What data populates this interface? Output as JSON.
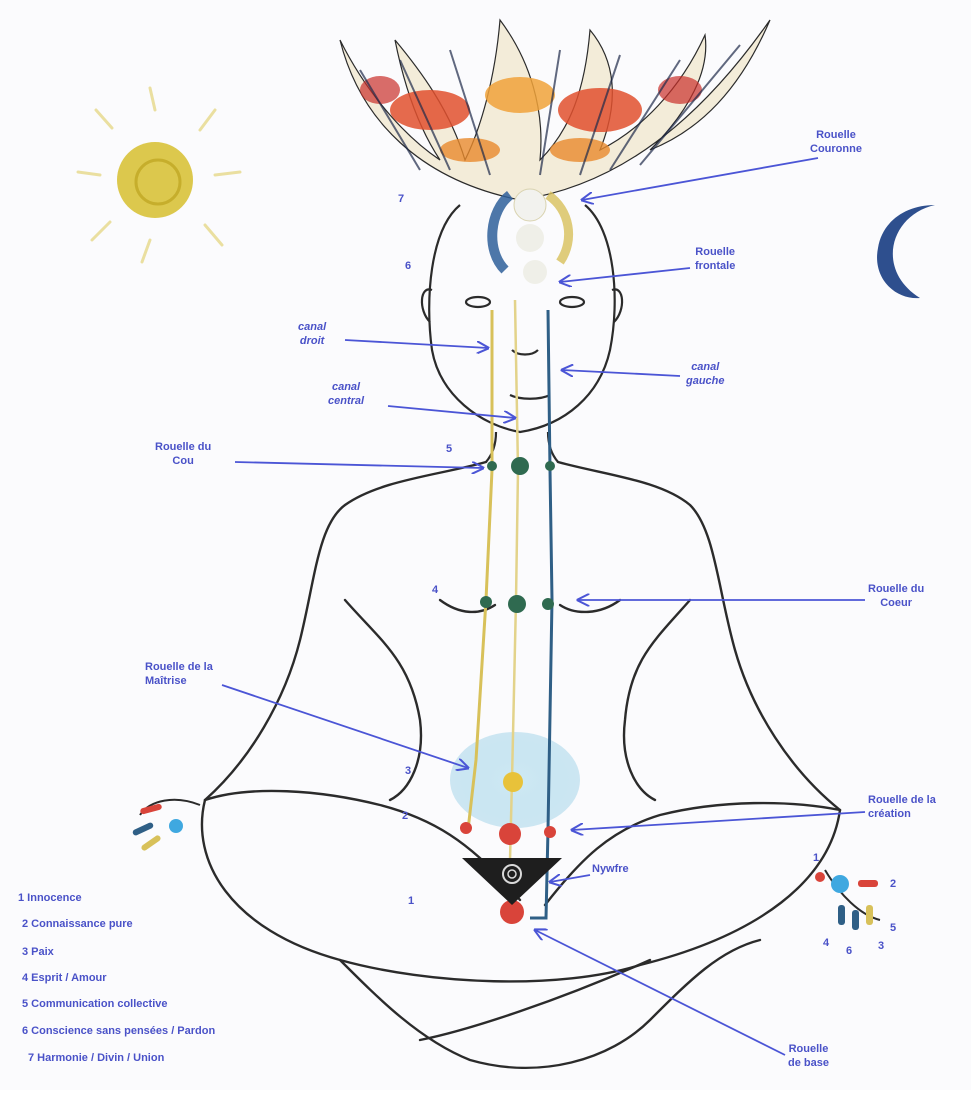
{
  "labels": {
    "crown_line1": "Rouelle",
    "crown_line2": "Couronne",
    "frontal_line1": "Rouelle",
    "frontal_line2": "frontale",
    "right_channel_line1": "canal",
    "right_channel_line2": "droit",
    "left_channel_line1": "canal",
    "left_channel_line2": "gauche",
    "central_channel_line1": "canal",
    "central_channel_line2": "central",
    "throat_line1": "Rouelle du",
    "throat_line2": "Cou",
    "heart_line1": "Rouelle du",
    "heart_line2": "Coeur",
    "mastery_line1": "Rouelle de la",
    "mastery_line2": "Maîtrise",
    "creation_line1": "Rouelle de la",
    "creation_line2": "création",
    "nywfre": "Nywfre",
    "base_line1": "Rouelle",
    "base_line2": "de base"
  },
  "body_numbers": [
    "7",
    "6",
    "5",
    "4",
    "3",
    "2",
    "1"
  ],
  "hand_numbers": [
    "1",
    "2",
    "5",
    "4",
    "6",
    "3"
  ],
  "legend": [
    "1 Innocence",
    "2 Connaissance pure",
    "3 Paix",
    "4 Esprit / Amour",
    "5 Communication collective",
    "6 Conscience sans pensées / Pardon",
    "7 Harmonie / Divin / Union"
  ],
  "colors": {
    "label_blue": "#4a52c8",
    "arrow_blue": "#4b55d6",
    "outline": "#2b2b2b",
    "sun": "#d8c23a",
    "moon": "#2e4f8e",
    "left_channel": "#2f5f86",
    "right_channel": "#d8c15a",
    "mastery": "#9fd2e8",
    "chakra_red": "#d9443a",
    "chakra_green": "#2f6a50"
  }
}
